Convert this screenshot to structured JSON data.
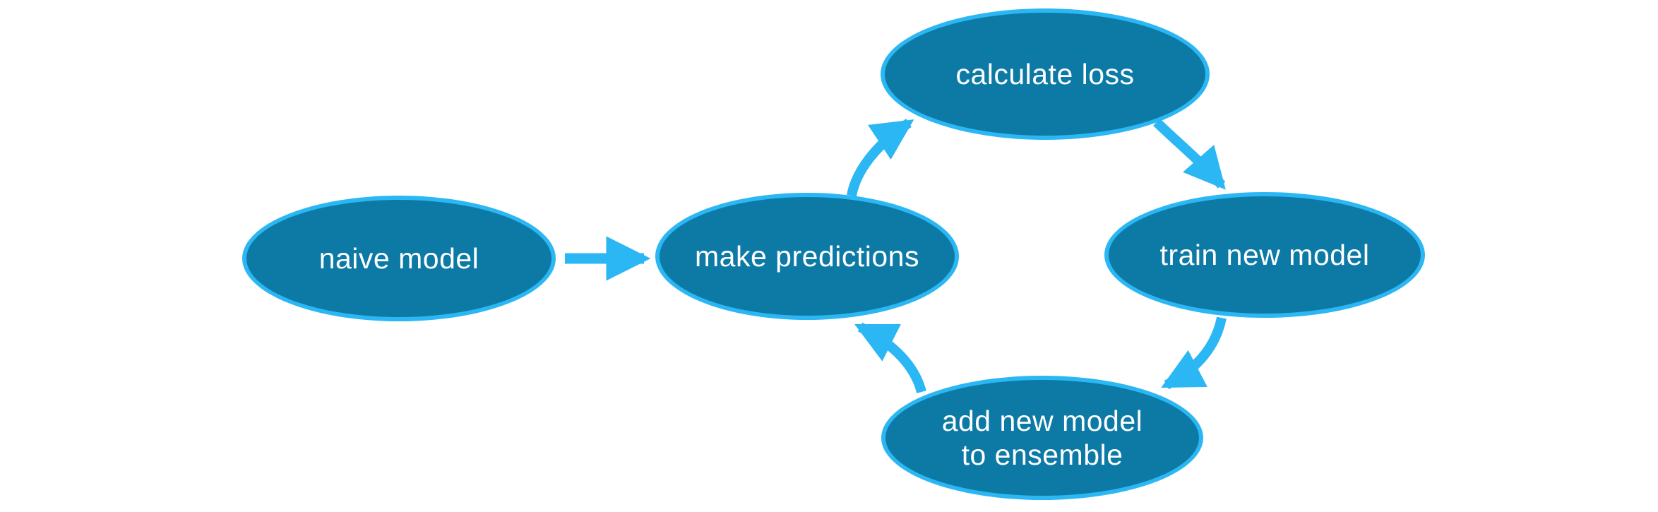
{
  "nodes": [
    {
      "id": "naive-model",
      "label": "naive model"
    },
    {
      "id": "make-predictions",
      "label": "make predictions"
    },
    {
      "id": "calculate-loss",
      "label": "calculate loss"
    },
    {
      "id": "train-new-model",
      "label": "train new model"
    },
    {
      "id": "add-to-ensemble",
      "label": "add new model\nto ensemble"
    }
  ],
  "edges": [
    {
      "from": "naive-model",
      "to": "make-predictions"
    },
    {
      "from": "make-predictions",
      "to": "calculate-loss"
    },
    {
      "from": "calculate-loss",
      "to": "train-new-model"
    },
    {
      "from": "train-new-model",
      "to": "add-to-ensemble"
    },
    {
      "from": "add-to-ensemble",
      "to": "make-predictions"
    }
  ],
  "colors": {
    "node-fill": "#0d7aa6",
    "node-stroke": "#2bb7f3",
    "edge": "#2bb7f3",
    "label": "#ffffff",
    "background": "#ffffff"
  }
}
